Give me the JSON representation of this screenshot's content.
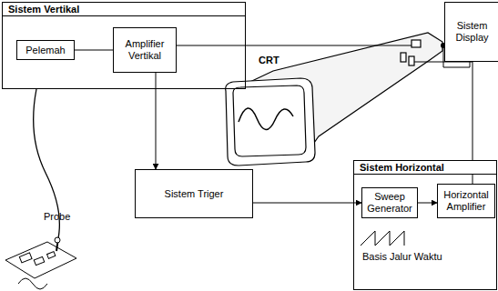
{
  "diagram": {
    "nodes": [
      {
        "text": [
          "Sistem Vertikal"
        ]
      },
      {
        "text": [
          "Pelemah"
        ],
        "in": 0
      },
      {
        "text": [
          "Amplifier Vertikal"
        ],
        "in": 0
      },
      {
        "text": [
          "Sistem Display"
        ]
      },
      {
        "text": [
          "Sistem Triger"
        ]
      },
      {
        "text": [
          "Sistem Horizontal"
        ]
      },
      {
        "text": [
          "Sweep Generator"
        ],
        "in": 5
      },
      {
        "text": [
          "Horizontal Amplifier"
        ],
        "in": 5
      }
    ],
    "edges": [
      {
        "from": 1,
        "to": 2,
        "arrow": "none"
      },
      {
        "from": 2,
        "to": 4,
        "arrow": "to"
      },
      {
        "from": 4,
        "to": 6,
        "arrow": "to"
      },
      {
        "from": 6,
        "to": 7,
        "arrow": "to"
      }
    ],
    "labels": [
      "CRT",
      "Probe",
      "Basis Jalur Waktu"
    ]
  }
}
